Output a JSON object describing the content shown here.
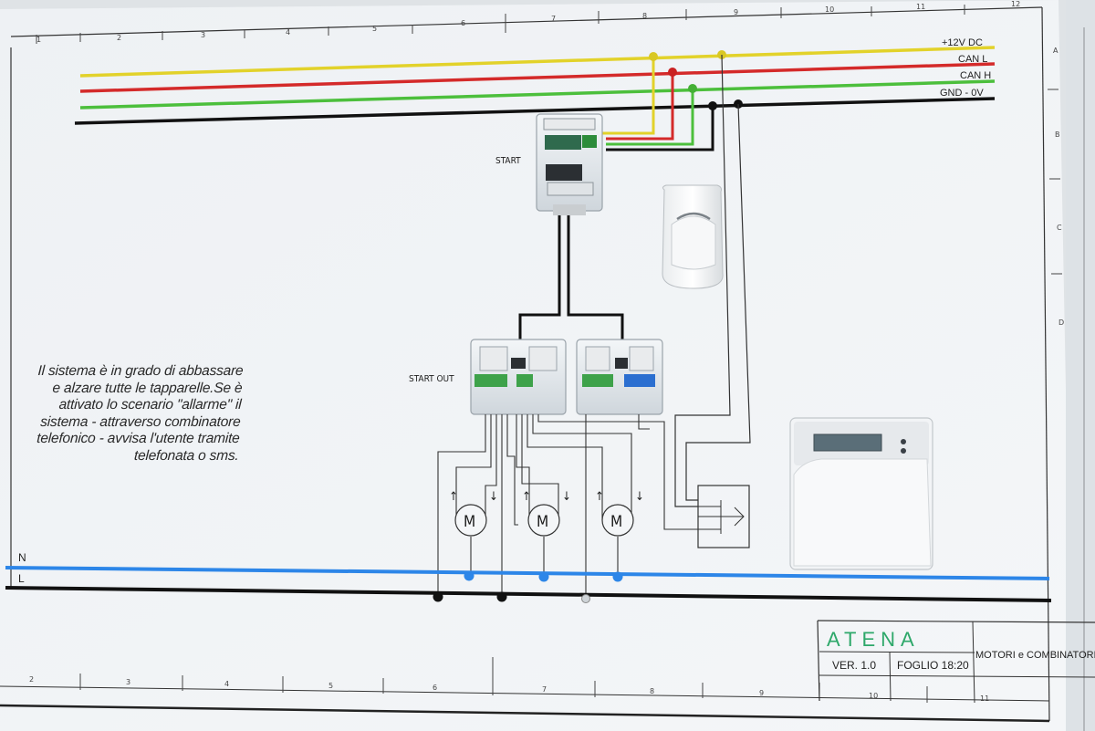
{
  "bus": {
    "plus12v": "+12V DC",
    "can_l": "CAN L",
    "can_h": "CAN H",
    "gnd": "GND - 0V"
  },
  "modules": {
    "start": "START",
    "start_out": "START OUT"
  },
  "motor_symbol": "M",
  "mains": {
    "neutral": "N",
    "line": "L"
  },
  "description": "Il sistema è in grado di abbassare\ne alzare tutte le tapparelle.Se è\nattivato lo scenario \"allarme\" il\nsistema - attraverso combinatore\ntelefonico - avvisa l'utente tramite\ntelefonata o sms.",
  "title_block": {
    "logo": "ATENA",
    "version": "VER. 1.0",
    "sheet": "FOGLIO 18:20",
    "title": "MOTORI e COMBINATORE"
  },
  "ruler_top": [
    "1",
    "2",
    "3",
    "4",
    "5",
    "6",
    "7",
    "8",
    "9",
    "10",
    "11",
    "12"
  ],
  "ruler_bottom": [
    "2",
    "3",
    "4",
    "5",
    "6",
    "7",
    "8",
    "9",
    "10",
    "11"
  ],
  "ruler_side": [
    "A",
    "B",
    "C",
    "D"
  ],
  "colors": {
    "plus12v": "#e2d22a",
    "can_l": "#d42a2a",
    "can_h": "#4cbf3c",
    "gnd": "#111111",
    "neutral": "#2d86e8",
    "line": "#111111",
    "logo": "#2ea86a"
  }
}
